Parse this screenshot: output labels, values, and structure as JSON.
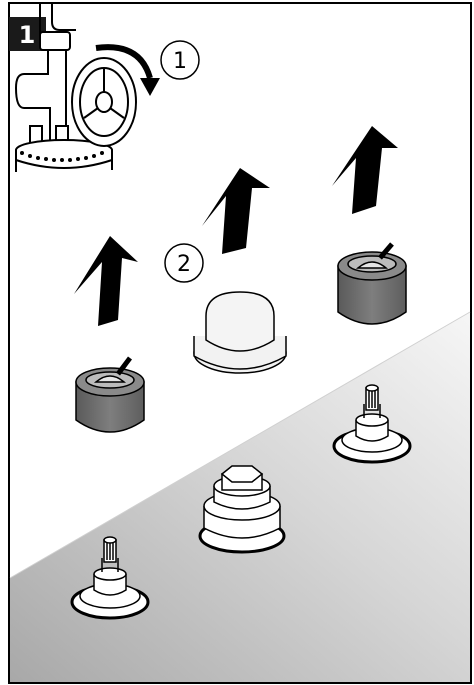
{
  "step": {
    "number": "1"
  },
  "callouts": [
    {
      "id": "1",
      "label": "1"
    },
    {
      "id": "2",
      "label": "2"
    }
  ],
  "icons": {
    "valve": "shutoff-valve-icon",
    "arrow": "up-arrow-icon"
  },
  "colors": {
    "frame": "#000000",
    "badge": "#1a1a1a",
    "badge_text": "#ffffff",
    "cap_dark": "#6e6e6e",
    "cap_dark_top": "#8a8a8a",
    "cap_light": "#f0f0f0",
    "surface_light": "#f4f4f4",
    "surface_dark": "#bdbdbd"
  }
}
